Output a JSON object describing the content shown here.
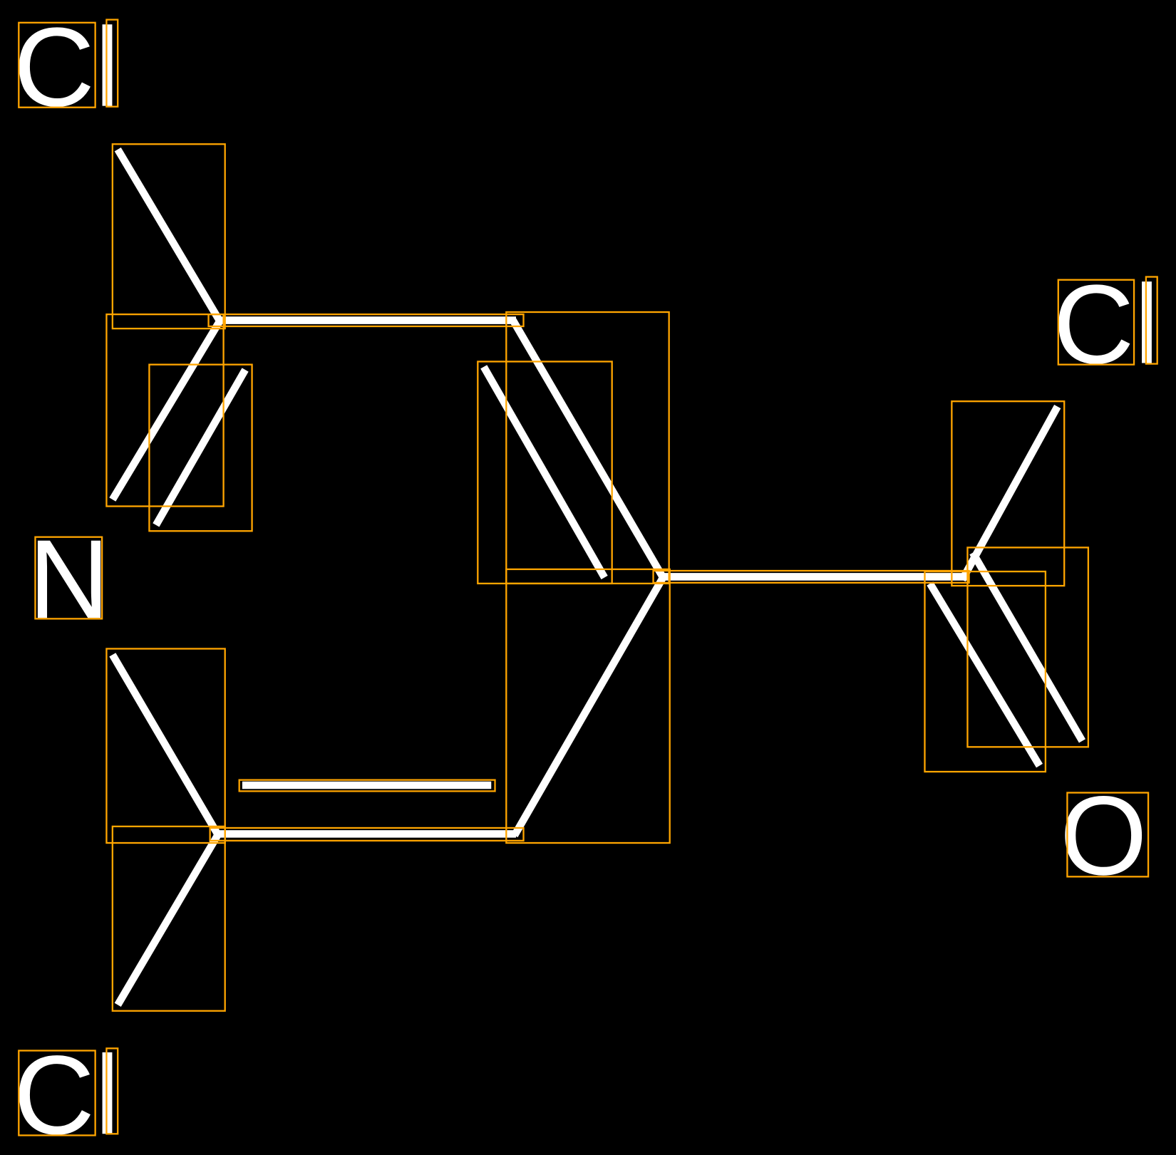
{
  "diagram": {
    "type": "chemical-structure",
    "atoms": {
      "cl_top_left": "Cl",
      "cl_right": "Cl",
      "cl_bottom_left": "Cl",
      "nitrogen": "N",
      "oxygen": "O"
    },
    "colors": {
      "background": "#000000",
      "bond": "#FFFFFF",
      "bounding_box": "#FFA500"
    }
  }
}
